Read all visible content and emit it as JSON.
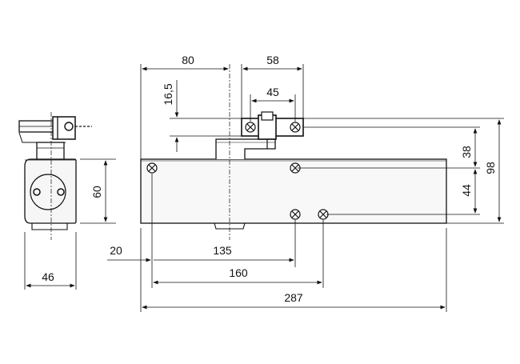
{
  "dimensions": {
    "side_width": "46",
    "side_height": "60",
    "top_offset": "80",
    "bracket_width": "58",
    "bracket_hole_spacing": "45",
    "bracket_vertical": "16,5",
    "hole_offset": "20",
    "hole_spacing_1": "135",
    "hole_spacing_2": "160",
    "total_length": "287",
    "right_height_1": "38",
    "right_height_2": "44",
    "right_height_total": "98"
  }
}
